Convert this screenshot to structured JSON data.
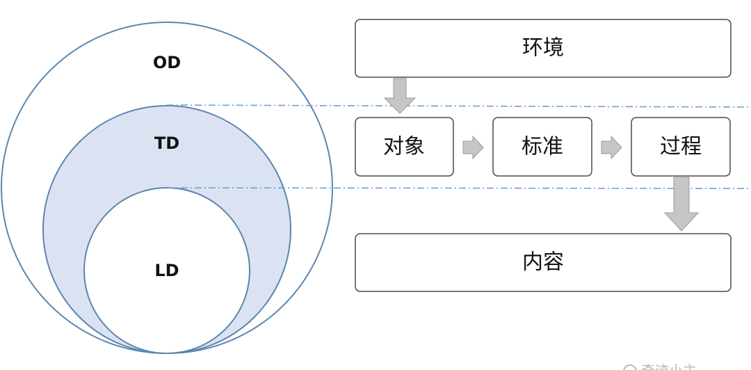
{
  "colors": {
    "circle_stroke": "#5b86ad",
    "td_fill": "#dbe3f2",
    "guide_line": "#6fa1cf",
    "box_stroke": "#4a4a4a",
    "arrow_fill": "#c6c6c6",
    "arrow_stroke": "#9a9a9a"
  },
  "circles": {
    "od": "OD",
    "td": "TD",
    "ld": "LD"
  },
  "boxes": {
    "environment": "环境",
    "object": "对象",
    "standard": "标准",
    "process": "过程",
    "content": "内容"
  },
  "watermark": {
    "text": "奇迹小主"
  }
}
